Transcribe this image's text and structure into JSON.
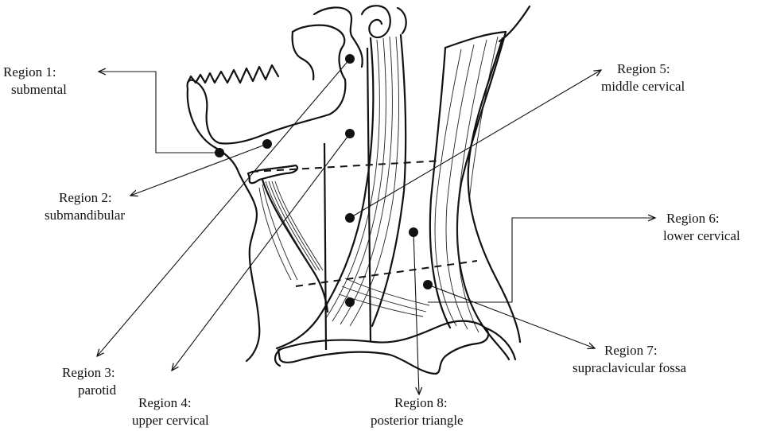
{
  "regions": [
    {
      "id": 1,
      "line1": "Region 1:",
      "line2": "submental"
    },
    {
      "id": 2,
      "line1": "Region 2:",
      "line2": "submandibular"
    },
    {
      "id": 3,
      "line1": "Region 3:",
      "line2": "parotid"
    },
    {
      "id": 4,
      "line1": "Region 4:",
      "line2": "upper cervical"
    },
    {
      "id": 5,
      "line1": "Region 5:",
      "line2": "middle cervical"
    },
    {
      "id": 6,
      "line1": "Region 6:",
      "line2": "lower cervical"
    },
    {
      "id": 7,
      "line1": "Region 7:",
      "line2": "supraclavicular fossa"
    },
    {
      "id": 8,
      "line1": "Region 8:",
      "line2": "posterior triangle"
    }
  ],
  "colors": {
    "ink": "#111111",
    "background": "#ffffff"
  }
}
